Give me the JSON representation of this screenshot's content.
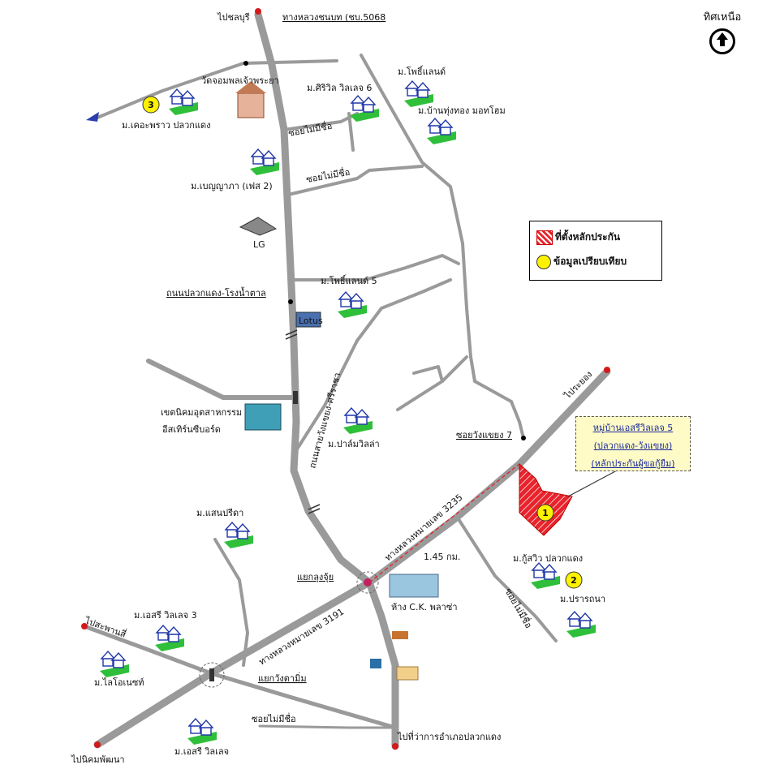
{
  "north": {
    "label": "ทิศเหนือ",
    "icon": "north-arrow-icon"
  },
  "legend": {
    "collateral_label": "ที่ตั้งหลักประกัน",
    "comparable_label": "ข้อมูลเปรียบเทียบ",
    "collateral_color": "#e8232b",
    "comparable_color": "#fff200"
  },
  "project_callout": {
    "line1": "หมู่บ้านเอสรีวิลเลจ 5",
    "line2": "(ปลวกแดง-วังแขยง)",
    "line3": "(หลักประกันผู้ขอกู้ยืม)"
  },
  "distance_label": "1.45 กม.",
  "markers": {
    "collateral_number": "1",
    "comp_2": "2",
    "comp_3": "3"
  },
  "labels": {
    "to_plaeng_top": "ไปชลบุรี",
    "highway_3138": "ทางหลวงชนบท (ชบ.5068",
    "wat": "วัดจอมพลเจ้าพระยา",
    "ban_sirivillage6": "ม.ศิริวิล วิลเลจ 6",
    "ban_pheelan": "ม.โพธิ์แลนด์",
    "ban_nong": "ม.บ้านทุ่งทอง มอทโฮม",
    "ban_krasaphrao": "ม.เคอะพราว ปลวกแดง",
    "soi_1": "ซอยไม่มีชื่อ",
    "soi_2": "ซอยไม่มีชื่อ",
    "ban_benyapha": "ม.เบญญาภา (เฟส 2)",
    "lg": "LG",
    "road_plaeng": "ถนนปลวกแดง-โรงน้ำตาล",
    "ban_pheelan5": "ม.โพธิ์แลนด์ 5",
    "lotus": "Lotus",
    "industrial": "เขตนิคมอุตสาหกรรม",
    "industrial2": "อีสเทิร์นซีบอร์ด",
    "road_mid": "ถนนสายวังแขยง-ศรีราชา",
    "ban_parkvilla": "ม.ปาล์มวิลล่า",
    "soi_wangkhayeng7": "ซอยวังแขยง 7",
    "to_rayong": "ไประยอง",
    "highway_3235": "ทางหลวงหมายเลข 3235",
    "ban_sanpricha": "ม.แสนปรีดา",
    "ban_kluswiw": "ม.กู้สวิว ปลวกแดง",
    "ban_prarathana": "ม.ปรารถนา",
    "soi_3": "ซอยไม่มีชื่อ",
    "intersection_nongjim": "แยกลุงจุ้ย",
    "ck_plaza": "ห้าง C.K. พลาซ่า",
    "ban_esri3": "ม.เอสรี วิลเลจ 3",
    "to_sattahip": "ไปสะพานสี่",
    "highway_3191": "ทางหลวงหมายเลข 3191",
    "ban_sinoyong": "ม.ไลโอเนซท์",
    "intersection_wang": "แยกวังตามิ่ม",
    "soi_4": "ซอยไม่มีชื่อ",
    "to_district": "ไปที่ว่าการอำเภอปลวกแดง",
    "to_pattana": "ไปนิคมพัฒนา",
    "ban_esri": "ม.เอสรี วิลเลจ"
  }
}
